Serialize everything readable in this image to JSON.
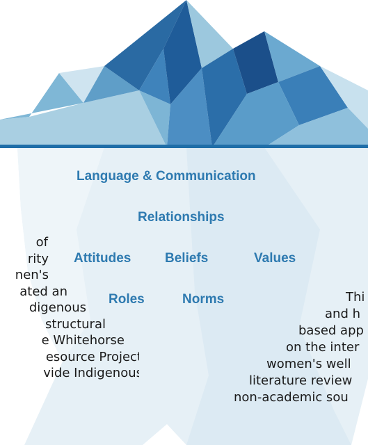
{
  "colors": {
    "waterline": "#1f6ea8",
    "label": "#2e7ab0",
    "body_text": "#1a1a1a",
    "ice_dark": "#1b4f8a",
    "ice_light": "#cfe4f0",
    "underwater": "#e6f0f6"
  },
  "iceberg": {
    "labels": {
      "language": "Language & Communication",
      "relationships": "Relationships",
      "attitudes": "Attitudes",
      "beliefs": "Beliefs",
      "values": "Values",
      "roles": "Roles",
      "norms": "Norms"
    }
  },
  "left_text": {
    "lines": [
      "of",
      "rity",
      "nen's",
      "ated an",
      "digenous",
      "structural",
      "e Whitehorse",
      "esource Project",
      "vide Indigenous"
    ]
  },
  "right_text": {
    "lines": [
      "Thi",
      "and h",
      "based app",
      "on the inter",
      "women's well",
      "literature review",
      "non-academic sou"
    ]
  }
}
